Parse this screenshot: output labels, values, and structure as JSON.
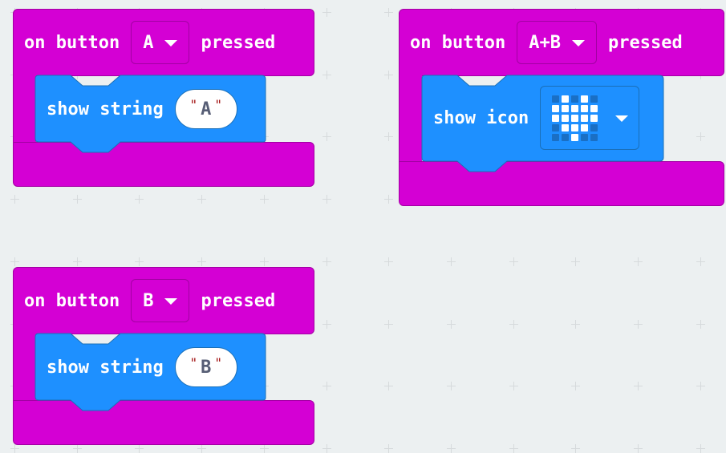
{
  "canvas": {
    "background": "#ecf0f1",
    "grid_spacing": 77.7
  },
  "colors": {
    "event_block": "#d400d4",
    "basic_block": "#1e90ff",
    "string_text": "#575e75",
    "quote": "#a31515"
  },
  "blocks": [
    {
      "type": "on_button_pressed",
      "prefix": "on button",
      "button": "A",
      "suffix": "pressed",
      "body": {
        "type": "show_string",
        "label": "show string",
        "value": "A",
        "quote_open": "\"",
        "quote_close": "\""
      }
    },
    {
      "type": "on_button_pressed",
      "prefix": "on button",
      "button": "A+B",
      "suffix": "pressed",
      "body": {
        "type": "show_icon",
        "label": "show icon",
        "icon": "heart",
        "leds": [
          [
            0,
            1,
            0,
            1,
            0
          ],
          [
            1,
            1,
            1,
            1,
            1
          ],
          [
            1,
            1,
            1,
            1,
            1
          ],
          [
            0,
            1,
            1,
            1,
            0
          ],
          [
            0,
            0,
            1,
            0,
            0
          ]
        ]
      }
    },
    {
      "type": "on_button_pressed",
      "prefix": "on button",
      "button": "B",
      "suffix": "pressed",
      "body": {
        "type": "show_string",
        "label": "show string",
        "value": "B",
        "quote_open": "\"",
        "quote_close": "\""
      }
    }
  ]
}
